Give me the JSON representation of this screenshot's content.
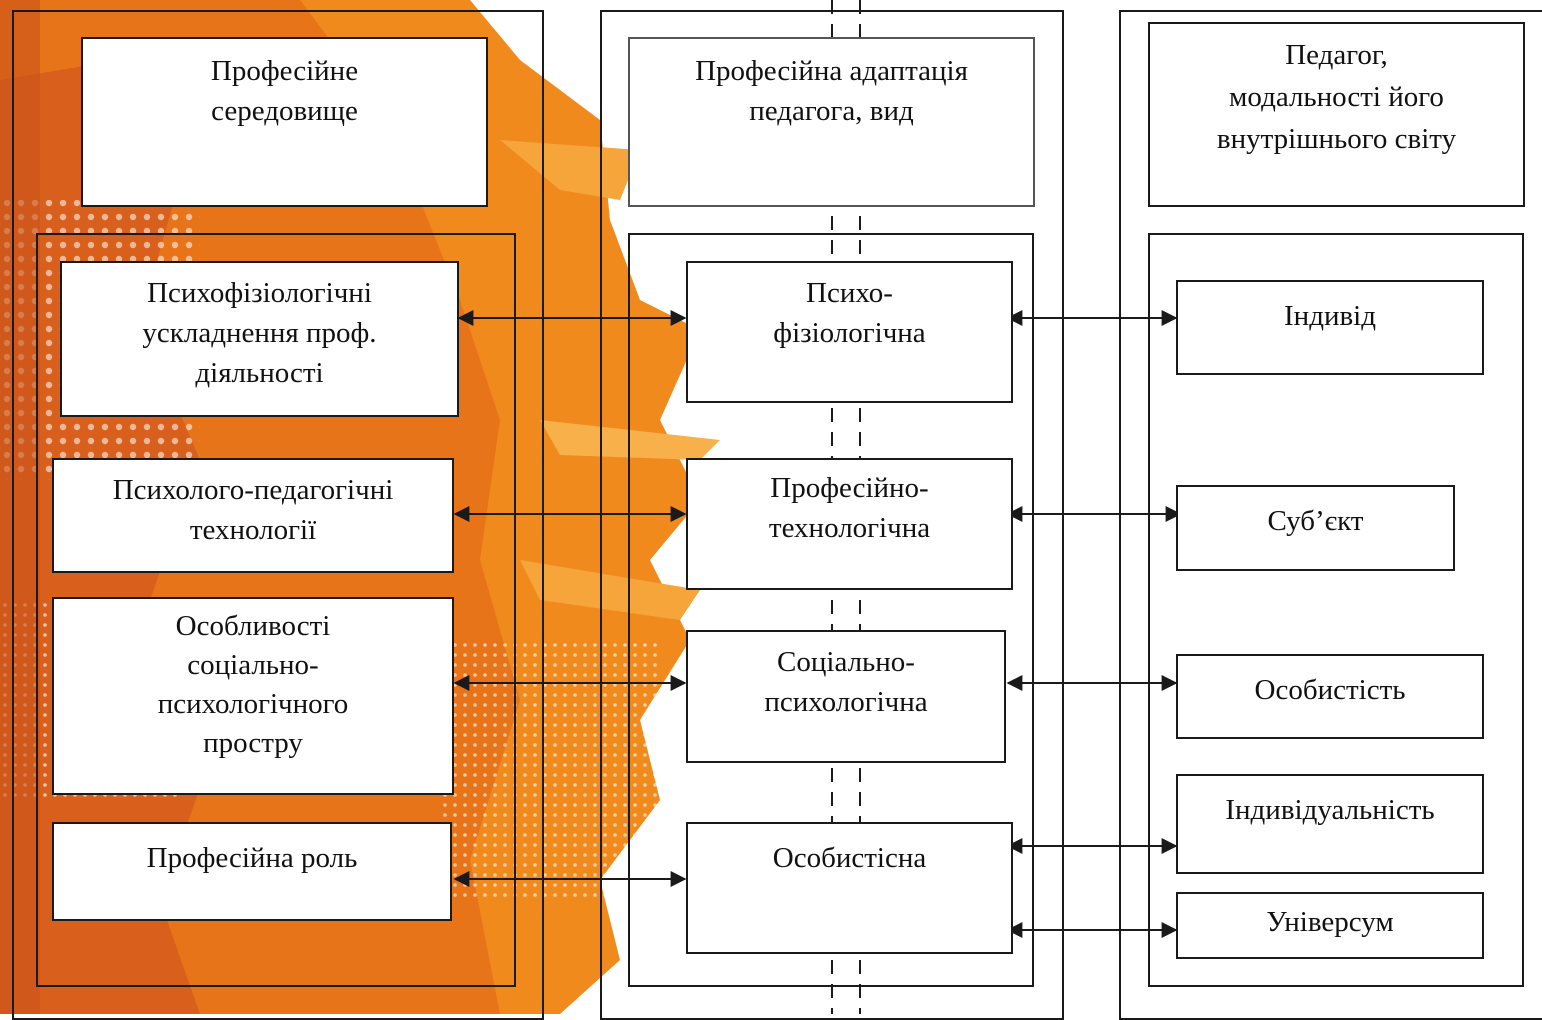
{
  "diagram": {
    "left_column": {
      "header": "Професійне\nсередовище",
      "items": [
        "Психофізіологічні\nускладнення проф.\nдіяльності",
        "Психолого-педагогічні\nтехнології",
        "Особливості\nсоціально-\nпсихологічного\nпростру",
        "Професійна роль"
      ]
    },
    "middle_column": {
      "header": "Професійна адаптація\nпедагога, вид",
      "items": [
        "Психо-\nфізіологічна",
        "Професійно-\nтехнологічна",
        "Соціально-\nпсихологічна",
        "Особистісна"
      ]
    },
    "right_column": {
      "header": "Педагог,\nмодальності його\nвнутрішнього світу",
      "items": [
        "Індивід",
        "Суб’єкт",
        "Особистість",
        "Індивідуальність",
        "Універсум"
      ]
    }
  },
  "colors": {
    "background_accent": "#f08a1c",
    "line": "#1a1a1a"
  }
}
